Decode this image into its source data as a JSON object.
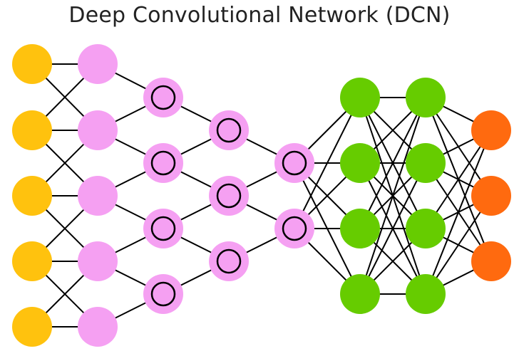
{
  "title": "Deep Convolutional Network (DCN)",
  "colors": {
    "input": "#FFC20E",
    "kernel": "#F5A0F2",
    "convolution": "#F5A0F2",
    "hidden": "#66CC00",
    "output": "#FF6A0F",
    "edge": "#000000"
  },
  "layers": [
    {
      "name": "input-layer",
      "kind": "input",
      "count": 5
    },
    {
      "name": "kernel-layer",
      "kind": "kernel",
      "count": 5
    },
    {
      "name": "convolution-layer-1",
      "kind": "convolution",
      "count": 4
    },
    {
      "name": "convolution-layer-2",
      "kind": "convolution",
      "count": 3
    },
    {
      "name": "convolution-layer-3",
      "kind": "convolution",
      "count": 2
    },
    {
      "name": "hidden-layer-1",
      "kind": "hidden",
      "count": 4
    },
    {
      "name": "hidden-layer-2",
      "kind": "hidden",
      "count": 4
    },
    {
      "name": "output-layer",
      "kind": "output",
      "count": 3
    }
  ]
}
